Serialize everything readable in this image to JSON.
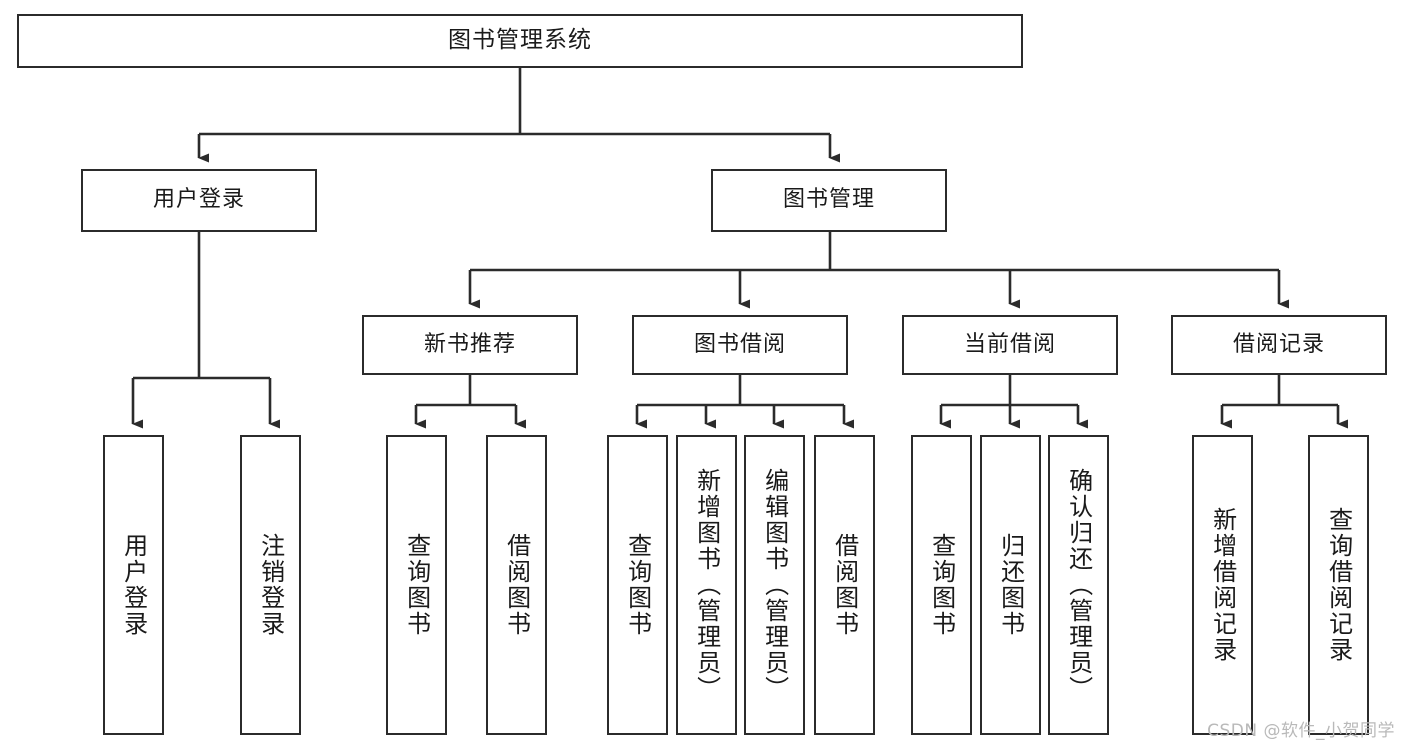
{
  "diagram": {
    "title": "图书管理系统",
    "type": "tree-hierarchy-chart",
    "watermark": "CSDN @软件_小贺同学",
    "colors": {
      "background": "#ffffff",
      "box_border": "#2b2b2b",
      "box_fill": "#ffffff",
      "text": "#1a1a1a",
      "edge": "#2b2b2b",
      "watermark": "#b9b9b9"
    },
    "levels": {
      "root": "图书管理系统",
      "level1": [
        "用户登录",
        "图书管理"
      ],
      "level2": [
        "新书推荐",
        "图书借阅",
        "当前借阅",
        "借阅记录"
      ]
    },
    "nodes": {
      "root": {
        "label": "图书管理系统"
      },
      "user_login": {
        "label": "用户登录"
      },
      "book_manage": {
        "label": "图书管理"
      },
      "new_book_rec": {
        "label": "新书推荐"
      },
      "book_borrow": {
        "label": "图书借阅"
      },
      "current_borrow": {
        "label": "当前借阅"
      },
      "borrow_record": {
        "label": "借阅记录"
      },
      "leaf_user_login": {
        "label": "用户登录"
      },
      "leaf_user_logout": {
        "label": "注销登录"
      },
      "leaf_query_book_1": {
        "label": "查询图书"
      },
      "leaf_borrow_book_1": {
        "label": "借阅图书"
      },
      "leaf_query_book_2": {
        "label": "查询图书"
      },
      "leaf_add_book": {
        "label": "新增图书（管理员）"
      },
      "leaf_edit_book": {
        "label": "编辑图书（管理员）"
      },
      "leaf_borrow_book_2": {
        "label": "借阅图书"
      },
      "leaf_query_book_3": {
        "label": "查询图书"
      },
      "leaf_return_book": {
        "label": "归还图书"
      },
      "leaf_confirm_return": {
        "label": "确认归还（管理员）"
      },
      "leaf_add_record": {
        "label": "新增借阅记录"
      },
      "leaf_query_record": {
        "label": "查询借阅记录"
      }
    },
    "edges": [
      {
        "from": "图书管理系统",
        "to": "用户登录"
      },
      {
        "from": "图书管理系统",
        "to": "图书管理"
      },
      {
        "from": "图书管理",
        "to": "新书推荐"
      },
      {
        "from": "图书管理",
        "to": "图书借阅"
      },
      {
        "from": "图书管理",
        "to": "当前借阅"
      },
      {
        "from": "图书管理",
        "to": "借阅记录"
      },
      {
        "from": "用户登录",
        "to": "用户登录"
      },
      {
        "from": "用户登录",
        "to": "注销登录"
      },
      {
        "from": "新书推荐",
        "to": "查询图书"
      },
      {
        "from": "新书推荐",
        "to": "借阅图书"
      },
      {
        "from": "图书借阅",
        "to": "查询图书"
      },
      {
        "from": "图书借阅",
        "to": "新增图书（管理员）"
      },
      {
        "from": "图书借阅",
        "to": "编辑图书（管理员）"
      },
      {
        "from": "图书借阅",
        "to": "借阅图书"
      },
      {
        "from": "当前借阅",
        "to": "查询图书"
      },
      {
        "from": "当前借阅",
        "to": "归还图书"
      },
      {
        "from": "当前借阅",
        "to": "确认归还（管理员）"
      },
      {
        "from": "借阅记录",
        "to": "新增借阅记录"
      },
      {
        "from": "借阅记录",
        "to": "查询借阅记录"
      }
    ]
  }
}
